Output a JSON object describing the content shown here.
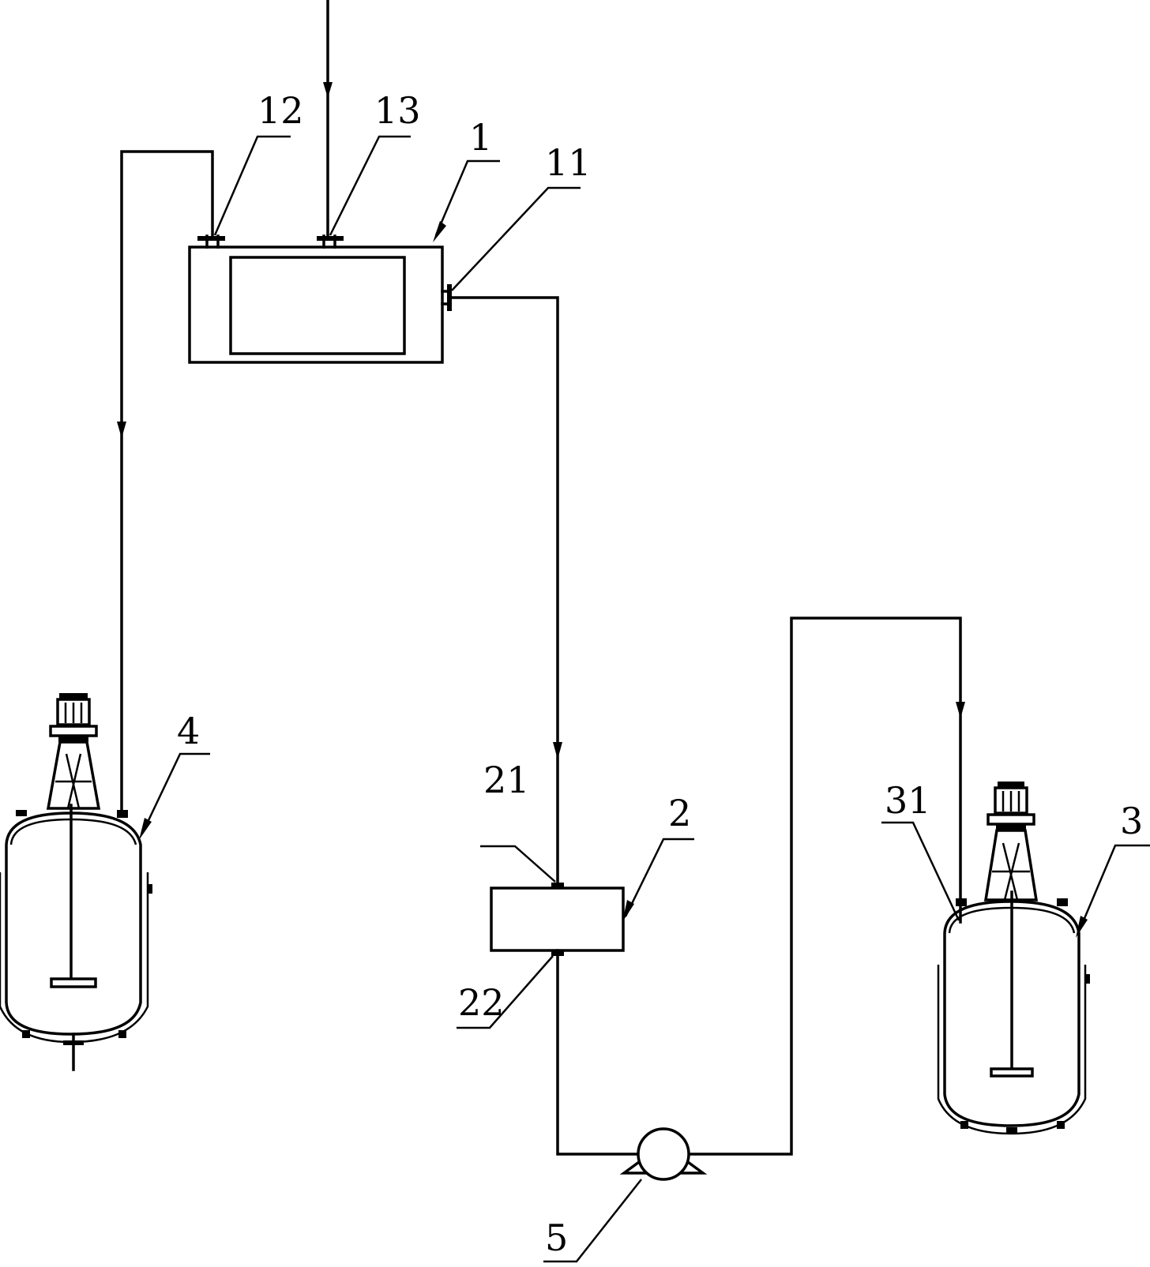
{
  "diagram": {
    "labels": {
      "header_tank": "1",
      "outlet_11": "11",
      "inlet_12": "12",
      "inlet_13": "13",
      "filter": "2",
      "filter_inlet_21": "21",
      "filter_outlet_22": "22",
      "reactor_right": "3",
      "reactor_right_inlet_31": "31",
      "reactor_left": "4",
      "pump": "5"
    }
  }
}
